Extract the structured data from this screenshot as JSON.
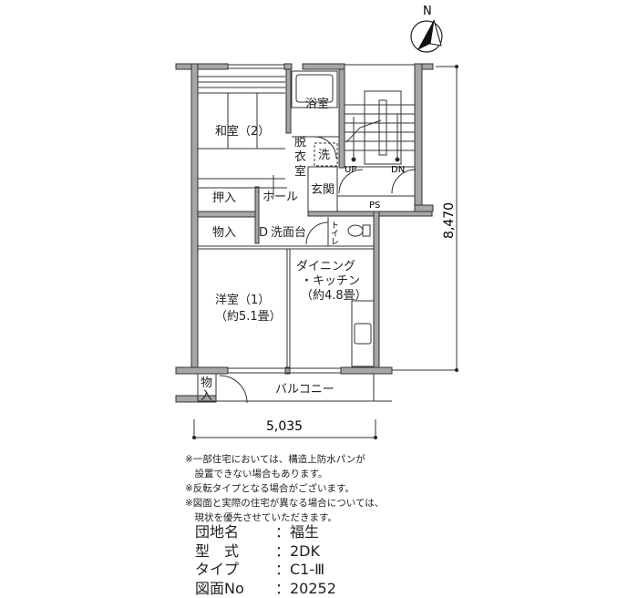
{
  "rooms": {
    "washitsu": "和室（2）",
    "bath": "浴室",
    "dressing": [
      "脱",
      "衣",
      "室"
    ],
    "washer": "洗",
    "up": "UP",
    "down": "DN",
    "entrance": "玄関",
    "hall": "ホール",
    "oshiire": "押入",
    "storage1": "物入",
    "washbasin": "洗面台",
    "washbasin_mark": "D",
    "ps": "PS",
    "toilet": [
      "ト",
      "イ",
      "レ"
    ],
    "youshitsu": "洋室（1）",
    "youshitsu_size": "（約5.1畳）",
    "dk1": "ダイニング",
    "dk2": "・キッチン",
    "dk_size": "（約4.8畳）",
    "storage2": [
      "物",
      "入"
    ],
    "balcony": "バルコニー"
  },
  "dimensions": {
    "width": "5,035",
    "depth": "8,470"
  },
  "compass": "N",
  "notes": [
    "※一部住宅においては、構造上防水パンが",
    "　設置できない場合もあります。",
    "※反転タイプとなる場合がございます。",
    "※図面と実際の住宅が異なる場合については、",
    "　現状を優先させていただきます。"
  ],
  "info": [
    {
      "key": "団地名",
      "value": "：福生"
    },
    {
      "key": "型　式",
      "value": "：2DK"
    },
    {
      "key": "タイプ",
      "value": "：C1-Ⅲ"
    },
    {
      "key": "図面No",
      "value": "：20252"
    }
  ]
}
